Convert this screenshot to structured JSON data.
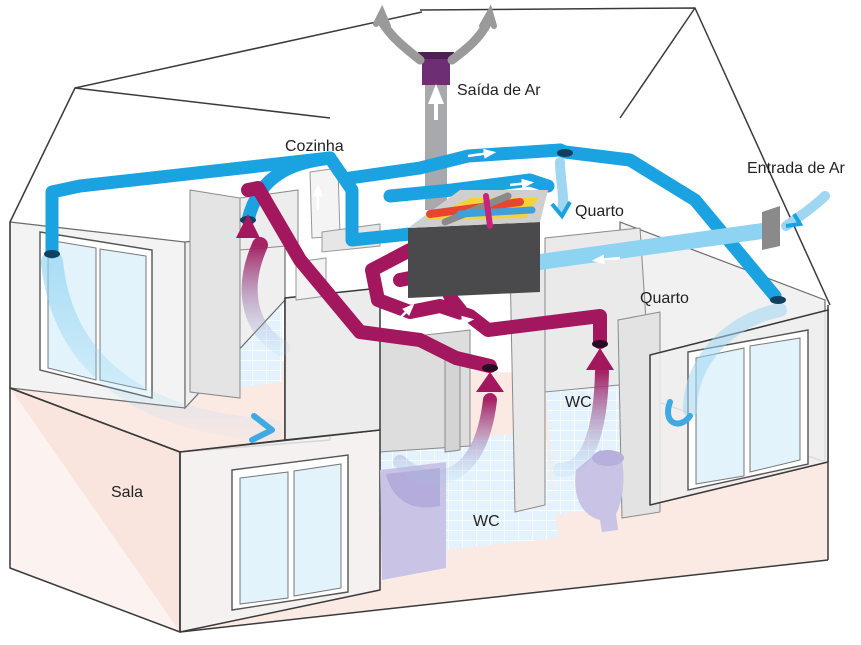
{
  "labels": {
    "exhaust": "Saída de Ar",
    "intake": "Entrada de Ar",
    "kitchen": "Cozinha",
    "bedroom_1": "Quarto",
    "bedroom_2": "Quarto",
    "living_room": "Sala",
    "wc_1": "WC",
    "wc_2": "WC"
  },
  "colors": {
    "fresh_air_duct": "#1AA3E0",
    "light_air_duct": "#8FD3F2",
    "stale_air_duct": "#A2175E",
    "exhaust_duct": "#A8A9AD",
    "wall_fill": "#EDEDED",
    "floor_fill": "#FBE9E4",
    "tile_fill": "#DCEFFB",
    "unit_body": "#4A4A4C",
    "fixture_fill": "#C9C3E6"
  },
  "icons": [
    "house-outline",
    "heat-recovery-unit",
    "roof-exhaust-cap",
    "air-intake-grille",
    "window",
    "bathtub",
    "toilet"
  ]
}
